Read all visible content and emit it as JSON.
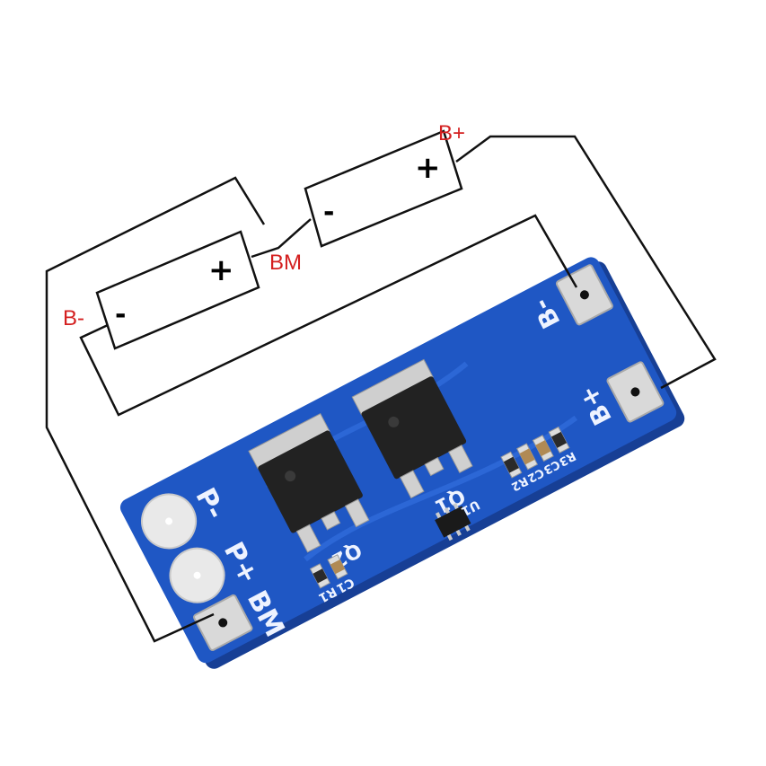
{
  "labels": {
    "b_plus": "B+",
    "b_minus": "B-",
    "bm": "BM"
  },
  "cells": [
    {
      "minus": "-",
      "plus": "+"
    },
    {
      "minus": "-",
      "plus": "+"
    }
  ],
  "silkscreen": {
    "p_minus": "P-",
    "p_plus": "P+",
    "bm": "BM",
    "b_minus": "B-",
    "b_plus": "B+",
    "q1": "Q1",
    "q2": "Q2",
    "u1": "U1",
    "r1": "R1",
    "c1": "C1",
    "r2": "R2",
    "c2": "C2",
    "c3": "C3",
    "r3": "R3"
  },
  "colors": {
    "label_red": "#d42020",
    "pcb_blue": "#1f57c4",
    "wire": "#111111"
  }
}
